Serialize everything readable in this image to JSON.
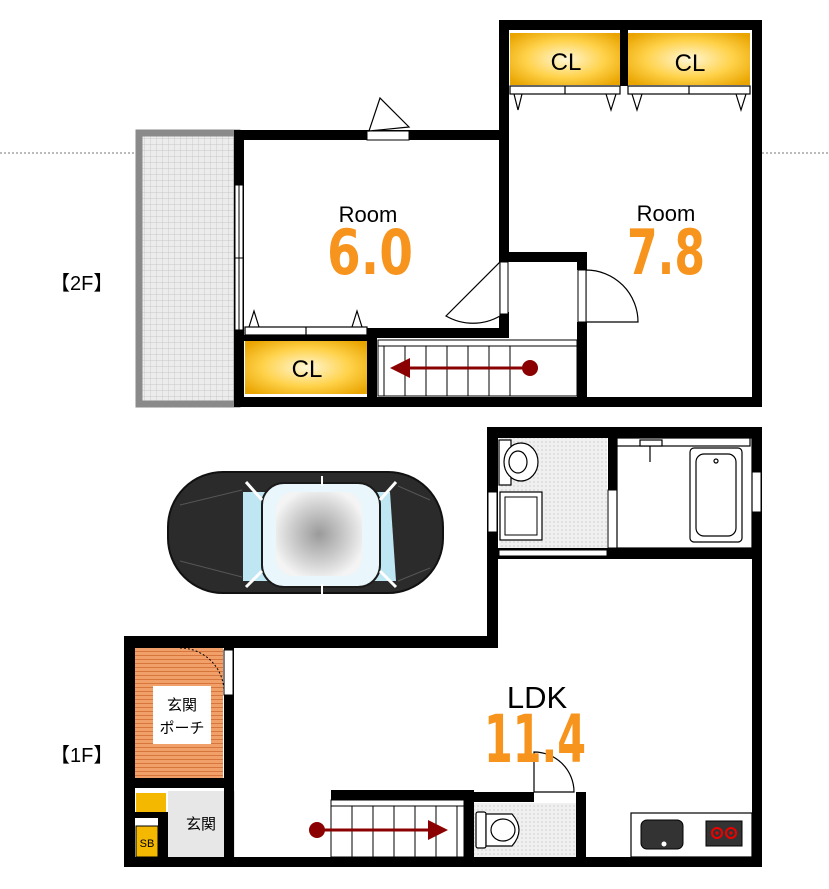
{
  "floors": {
    "second": "【2F】",
    "first": "【1F】"
  },
  "second_floor": {
    "room_a": {
      "label": "Room",
      "size": "6.0"
    },
    "room_b": {
      "label": "Room",
      "size": "7.8"
    },
    "closets": [
      "CL",
      "CL",
      "CL"
    ]
  },
  "first_floor": {
    "ldk": {
      "label": "LDK",
      "size": "11.4"
    },
    "porch": {
      "line1": "玄関",
      "line2": "ポーチ"
    },
    "entrance": "玄関",
    "shoe_box": "SB"
  },
  "colors": {
    "wall": "#000000",
    "accent": "#f7941d",
    "closet": "#f5b800",
    "stair_arrow": "#8b0000",
    "porch_wood": "#e0894a",
    "balcony": "#cfcfcf"
  }
}
